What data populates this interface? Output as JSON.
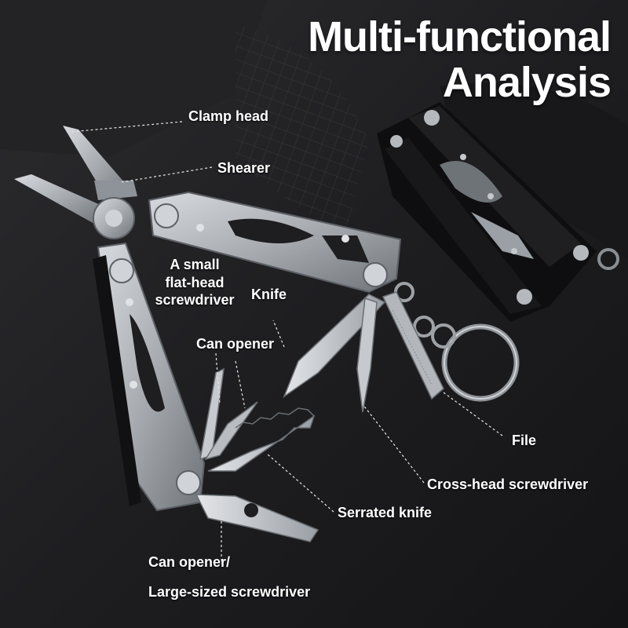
{
  "title": {
    "line1": "Multi-functional",
    "line2": "Analysis"
  },
  "labels": {
    "clamp_head": "Clamp head",
    "shearer": "Shearer",
    "small_flat_screwdriver": [
      "A small",
      "flat-head",
      "screwdriver"
    ],
    "knife": "Knife",
    "can_opener": "Can opener",
    "file": "File",
    "cross_head_screwdriver": "Cross-head screwdriver",
    "serrated_knife": "Serrated knife",
    "can_opener_large": [
      "Can opener/",
      "Large-sized screwdriver"
    ]
  },
  "colors": {
    "background": "#1c1c1e",
    "text": "#ffffff",
    "steel": "#b9bcc0",
    "steel_dark": "#7d8288",
    "black_tool": "#0e0e10"
  }
}
